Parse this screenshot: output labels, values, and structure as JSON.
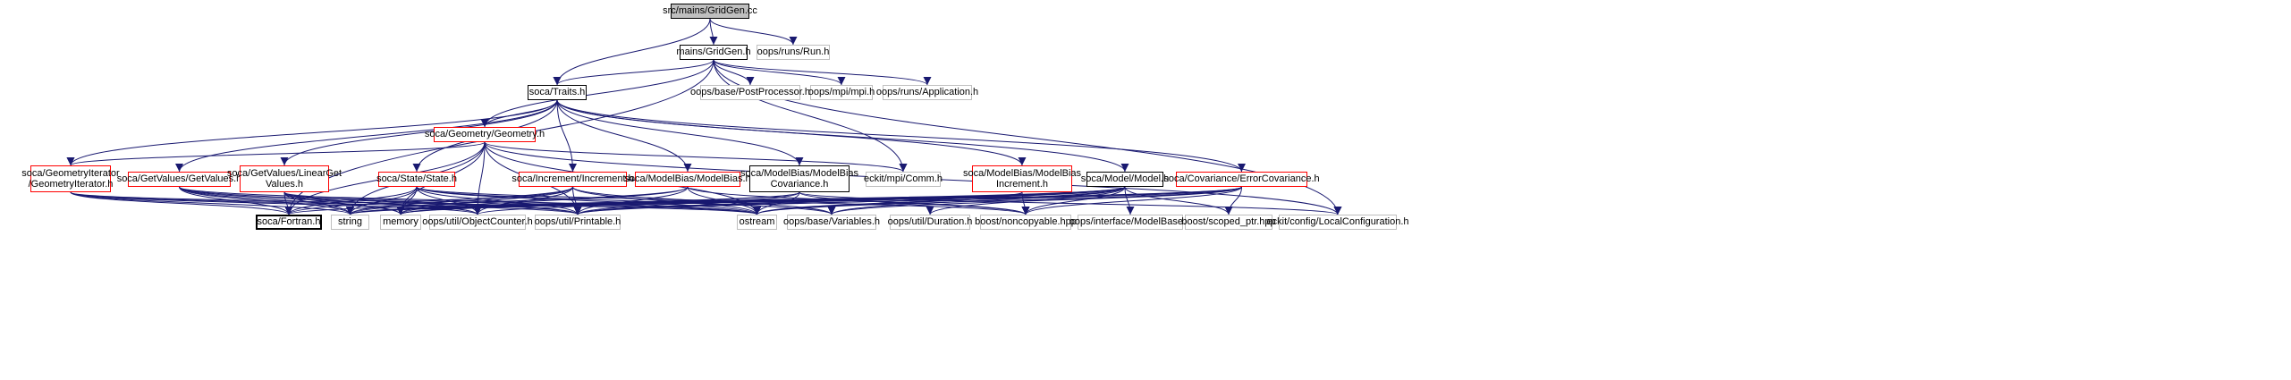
{
  "nodes": [
    {
      "id": "gridgen_cc",
      "label": "src/mains/GridGen.cc",
      "style": "main"
    },
    {
      "id": "gridgen_h",
      "label": "mains/GridGen.h",
      "style": "black"
    },
    {
      "id": "oops_run",
      "label": "oops/runs/Run.h",
      "style": "grey"
    },
    {
      "id": "traits",
      "label": "soca/Traits.h",
      "style": "black"
    },
    {
      "id": "postproc",
      "label": "oops/base/PostProcessor.h",
      "style": "grey"
    },
    {
      "id": "mpi_h",
      "label": "oops/mpi/mpi.h",
      "style": "grey"
    },
    {
      "id": "application",
      "label": "oops/runs/Application.h",
      "style": "grey"
    },
    {
      "id": "geometry",
      "label": "soca/Geometry/Geometry.h",
      "style": "red"
    },
    {
      "id": "geo_iter",
      "label": "soca/GeometryIterator\n/GeometryIterator.h",
      "style": "red"
    },
    {
      "id": "getvalues",
      "label": "soca/GetValues/GetValues.h",
      "style": "red"
    },
    {
      "id": "lingetvalues",
      "label": "soca/GetValues/LinearGet\nValues.h",
      "style": "red"
    },
    {
      "id": "state",
      "label": "soca/State/State.h",
      "style": "red"
    },
    {
      "id": "increment",
      "label": "soca/Increment/Increment.h",
      "style": "red"
    },
    {
      "id": "modelbias",
      "label": "soca/ModelBias/ModelBias.h",
      "style": "red"
    },
    {
      "id": "mb_cov",
      "label": "soca/ModelBias/ModelBias\nCovariance.h",
      "style": "black"
    },
    {
      "id": "eckit_comm",
      "label": "eckit/mpi/Comm.h",
      "style": "grey"
    },
    {
      "id": "mb_inc",
      "label": "soca/ModelBias/ModelBias\nIncrement.h",
      "style": "red"
    },
    {
      "id": "model",
      "label": "soca/Model/Model.h",
      "style": "black"
    },
    {
      "id": "errcov",
      "label": "soca/Covariance/ErrorCovariance.h",
      "style": "red"
    },
    {
      "id": "fortran",
      "label": "soca/Fortran.h",
      "style": "fortran"
    },
    {
      "id": "string",
      "label": "string",
      "style": "grey"
    },
    {
      "id": "memory",
      "label": "memory",
      "style": "grey"
    },
    {
      "id": "objcounter",
      "label": "oops/util/ObjectCounter.h",
      "style": "grey"
    },
    {
      "id": "printable",
      "label": "oops/util/Printable.h",
      "style": "grey"
    },
    {
      "id": "ostream",
      "label": "ostream",
      "style": "grey"
    },
    {
      "id": "variables",
      "label": "oops/base/Variables.h",
      "style": "grey"
    },
    {
      "id": "duration",
      "label": "oops/util/Duration.h",
      "style": "grey"
    },
    {
      "id": "noncopyable",
      "label": "boost/noncopyable.hpp",
      "style": "grey"
    },
    {
      "id": "modelbase",
      "label": "oops/interface/ModelBase.h",
      "style": "grey"
    },
    {
      "id": "scopedptr",
      "label": "boost/scoped_ptr.hpp",
      "style": "grey"
    },
    {
      "id": "localconf",
      "label": "eckit/config/LocalConfiguration.h",
      "style": "grey"
    }
  ],
  "edges": [
    [
      "gridgen_cc",
      "gridgen_h"
    ],
    [
      "gridgen_cc",
      "oops_run"
    ],
    [
      "gridgen_cc",
      "traits"
    ],
    [
      "gridgen_h",
      "traits"
    ],
    [
      "gridgen_h",
      "postproc"
    ],
    [
      "gridgen_h",
      "mpi_h"
    ],
    [
      "gridgen_h",
      "application"
    ],
    [
      "gridgen_h",
      "geometry"
    ],
    [
      "gridgen_h",
      "eckit_comm"
    ],
    [
      "gridgen_h",
      "localconf"
    ],
    [
      "gridgen_h",
      "fortran"
    ],
    [
      "traits",
      "geometry"
    ],
    [
      "traits",
      "geo_iter"
    ],
    [
      "traits",
      "getvalues"
    ],
    [
      "traits",
      "lingetvalues"
    ],
    [
      "traits",
      "state"
    ],
    [
      "traits",
      "increment"
    ],
    [
      "traits",
      "modelbias"
    ],
    [
      "traits",
      "mb_cov"
    ],
    [
      "traits",
      "mb_inc"
    ],
    [
      "traits",
      "model"
    ],
    [
      "traits",
      "errcov"
    ],
    [
      "geometry",
      "geo_iter"
    ],
    [
      "geometry",
      "eckit_comm"
    ],
    [
      "geometry",
      "localconf"
    ],
    [
      "geometry",
      "fortran"
    ],
    [
      "geometry",
      "string"
    ],
    [
      "geometry",
      "memory"
    ],
    [
      "geometry",
      "objcounter"
    ],
    [
      "geometry",
      "printable"
    ],
    [
      "geometry",
      "ostream"
    ],
    [
      "geo_iter",
      "fortran"
    ],
    [
      "geo_iter",
      "string"
    ],
    [
      "geo_iter",
      "objcounter"
    ],
    [
      "geo_iter",
      "printable"
    ],
    [
      "geo_iter",
      "ostream"
    ],
    [
      "getvalues",
      "fortran"
    ],
    [
      "getvalues",
      "string"
    ],
    [
      "getvalues",
      "memory"
    ],
    [
      "getvalues",
      "objcounter"
    ],
    [
      "getvalues",
      "printable"
    ],
    [
      "getvalues",
      "ostream"
    ],
    [
      "lingetvalues",
      "fortran"
    ],
    [
      "lingetvalues",
      "string"
    ],
    [
      "lingetvalues",
      "memory"
    ],
    [
      "lingetvalues",
      "objcounter"
    ],
    [
      "lingetvalues",
      "printable"
    ],
    [
      "lingetvalues",
      "ostream"
    ],
    [
      "state",
      "fortran"
    ],
    [
      "state",
      "string"
    ],
    [
      "state",
      "memory"
    ],
    [
      "state",
      "objcounter"
    ],
    [
      "state",
      "printable"
    ],
    [
      "state",
      "ostream"
    ],
    [
      "state",
      "variables"
    ],
    [
      "state",
      "noncopyable"
    ],
    [
      "increment",
      "fortran"
    ],
    [
      "increment",
      "string"
    ],
    [
      "increment",
      "memory"
    ],
    [
      "increment",
      "objcounter"
    ],
    [
      "increment",
      "printable"
    ],
    [
      "increment",
      "ostream"
    ],
    [
      "increment",
      "variables"
    ],
    [
      "modelbias",
      "string"
    ],
    [
      "modelbias",
      "memory"
    ],
    [
      "modelbias",
      "printable"
    ],
    [
      "modelbias",
      "ostream"
    ],
    [
      "modelbias",
      "noncopyable"
    ],
    [
      "mb_cov",
      "string"
    ],
    [
      "mb_cov",
      "memory"
    ],
    [
      "mb_cov",
      "printable"
    ],
    [
      "mb_cov",
      "ostream"
    ],
    [
      "mb_cov",
      "noncopyable"
    ],
    [
      "mb_cov",
      "localconf"
    ],
    [
      "mb_inc",
      "string"
    ],
    [
      "mb_inc",
      "printable"
    ],
    [
      "mb_inc",
      "ostream"
    ],
    [
      "mb_inc",
      "noncopyable"
    ],
    [
      "model",
      "string"
    ],
    [
      "model",
      "memory"
    ],
    [
      "model",
      "objcounter"
    ],
    [
      "model",
      "printable"
    ],
    [
      "model",
      "ostream"
    ],
    [
      "model",
      "variables"
    ],
    [
      "model",
      "duration"
    ],
    [
      "model",
      "noncopyable"
    ],
    [
      "model",
      "modelbase"
    ],
    [
      "model",
      "scopedptr"
    ],
    [
      "model",
      "fortran"
    ],
    [
      "errcov",
      "string"
    ],
    [
      "errcov",
      "memory"
    ],
    [
      "errcov",
      "printable"
    ],
    [
      "errcov",
      "ostream"
    ],
    [
      "errcov",
      "variables"
    ],
    [
      "errcov",
      "noncopyable"
    ],
    [
      "errcov",
      "scopedptr"
    ]
  ]
}
